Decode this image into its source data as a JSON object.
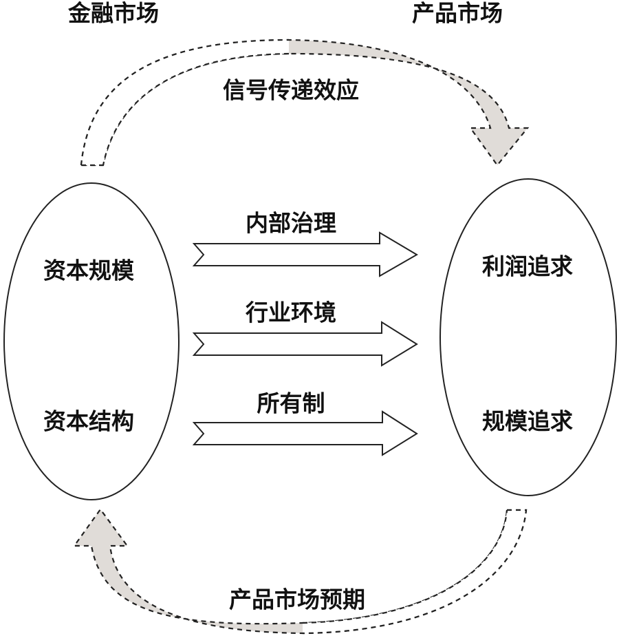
{
  "title": "Financial market and product market interaction diagram",
  "headers": {
    "left": "金融市场",
    "right": "产品市场"
  },
  "left_node": {
    "items": [
      "资本规模",
      "资本结构"
    ]
  },
  "right_node": {
    "items": [
      "利润追求",
      "规模追求"
    ]
  },
  "middle_arrows": [
    {
      "label": "内部治理"
    },
    {
      "label": "行业环境"
    },
    {
      "label": "所有制"
    }
  ],
  "feedback_arrows": {
    "top": {
      "label": "信号传递效应",
      "direction": "金融市场 → 产品市场"
    },
    "bottom": {
      "label": "产品市场预期",
      "direction": "产品市场 → 金融市场"
    }
  },
  "colors": {
    "stroke": "#222222",
    "arrow_fill": "#e0dcd8",
    "text": "#111111"
  }
}
